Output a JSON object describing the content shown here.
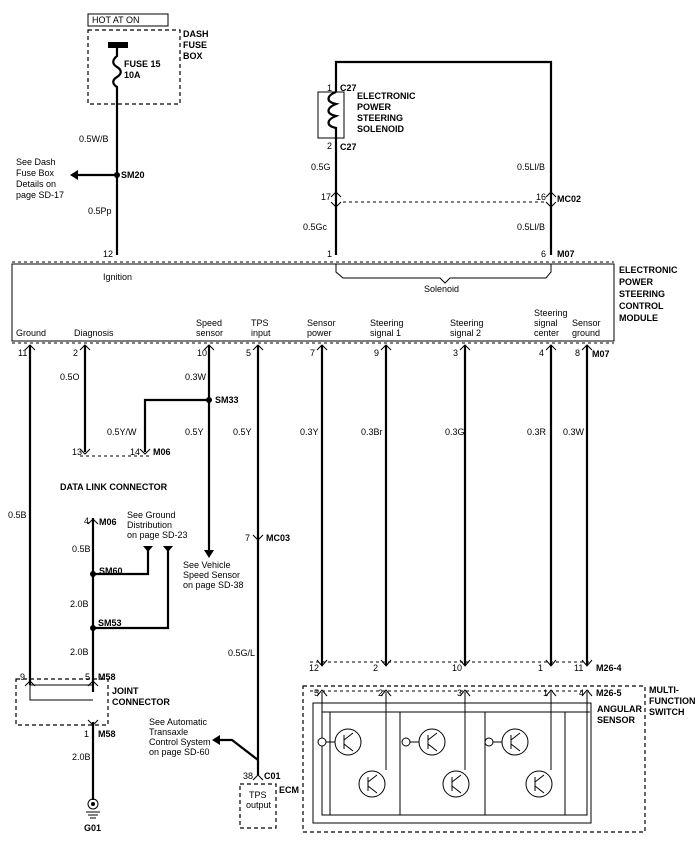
{
  "power": {
    "hot_label": "HOT AT ON",
    "fuse_box": [
      "DASH",
      "FUSE",
      "BOX"
    ],
    "fuse_name": "FUSE 15",
    "fuse_rating": "10A"
  },
  "top_wires": {
    "w1": "0.5W/B",
    "w2": "0.5Pp",
    "splice_sm20": "SM20",
    "note_fusebox": [
      "See Dash",
      "Fuse Box",
      "Details on",
      "page SD-17"
    ],
    "pin_ignition": "12"
  },
  "solenoid": {
    "name": [
      "ELECTRONIC",
      "POWER",
      "STEERING",
      "SOLENOID"
    ],
    "connector": "C27",
    "pin1": "1",
    "pin2": "2",
    "wire_left": "0.5G",
    "wire_right": "0.5Ll/B",
    "pin17": "17",
    "pin16": "16",
    "connector_mc02": "MC02",
    "wire_left2": "0.5Gc",
    "wire_right2": "0.5Ll/B",
    "pin1b": "1",
    "pin6": "6",
    "connector_m07": "M07"
  },
  "module": {
    "name": [
      "ELECTRONIC",
      "POWER",
      "STEERING",
      "CONTROL",
      "MODULE"
    ],
    "ignition": "Ignition",
    "solenoid": "Solenoid",
    "pins": [
      {
        "num": "11",
        "label": [
          "Ground"
        ]
      },
      {
        "num": "2",
        "label": [
          "Diagnosis"
        ]
      },
      {
        "num": "10",
        "label": [
          "Speed",
          "sensor"
        ]
      },
      {
        "num": "5",
        "label": [
          "TPS",
          "input"
        ]
      },
      {
        "num": "7",
        "label": [
          "Sensor",
          "power"
        ]
      },
      {
        "num": "9",
        "label": [
          "Steering",
          "signal 1"
        ]
      },
      {
        "num": "3",
        "label": [
          "Steering",
          "signal 2"
        ]
      },
      {
        "num": "4",
        "label": [
          "Steering",
          "signal",
          "center"
        ]
      },
      {
        "num": "8",
        "label": [
          "Sensor",
          "ground"
        ]
      }
    ],
    "connector_bottom": "M07"
  },
  "lower": {
    "w_diag": "0.5O",
    "w_speed": "0.3W",
    "splice_sm33": "SM33",
    "w_yw": "0.5Y/W",
    "w_speed2": "0.5Y",
    "w_tps": "0.5Y",
    "w_sp": "0.3Y",
    "w_s1": "0.3Br",
    "w_s2": "0.3G",
    "w_sc": "0.3R",
    "w_sg": "0.3W",
    "dlc_pin13": "13",
    "dlc_pin14": "14",
    "dlc_conn": "M06",
    "dlc_title": "DATA LINK CONNECTOR",
    "w_ground": "0.5B",
    "m06_pin": "4",
    "m06": "M06",
    "w_gnd2": "0.5B",
    "sm60": "SM60",
    "w_gnd3": "2.0B",
    "sm53": "SM53",
    "w_gnd4": "2.0B",
    "note_ground": [
      "See Ground",
      "Distribution",
      "on page SD-23"
    ],
    "note_speed": [
      "See Vehicle",
      "Speed Sensor",
      "on page SD-38"
    ],
    "mc03_pin": "7",
    "mc03": "MC03",
    "w_tps2": "0.5G/L",
    "joint_pin9": "9",
    "joint_pin5": "5",
    "m58": "M58",
    "joint_name": [
      "JOINT",
      "CONNECTOR"
    ],
    "m58_pin": "1",
    "m58b": "M58",
    "w_gnd5": "2.0B",
    "g01": "G01",
    "note_atcs": [
      "See Automatic",
      "Transaxle",
      "Control System",
      "on page SD-60"
    ],
    "ecm_pin": "38",
    "c01": "C01",
    "ecm": "ECM",
    "tps_output": [
      "TPS",
      "output"
    ]
  },
  "switch": {
    "m264_pins": [
      "12",
      "2",
      "10",
      "1",
      "11"
    ],
    "m264": "M26-4",
    "m265_pins": [
      "5",
      "2",
      "3",
      "1",
      "4"
    ],
    "m265": "M26-5",
    "angular": [
      "ANGULAR",
      "SENSOR"
    ],
    "multi": [
      "MULTI-",
      "FUNCTION",
      "SWITCH"
    ]
  }
}
